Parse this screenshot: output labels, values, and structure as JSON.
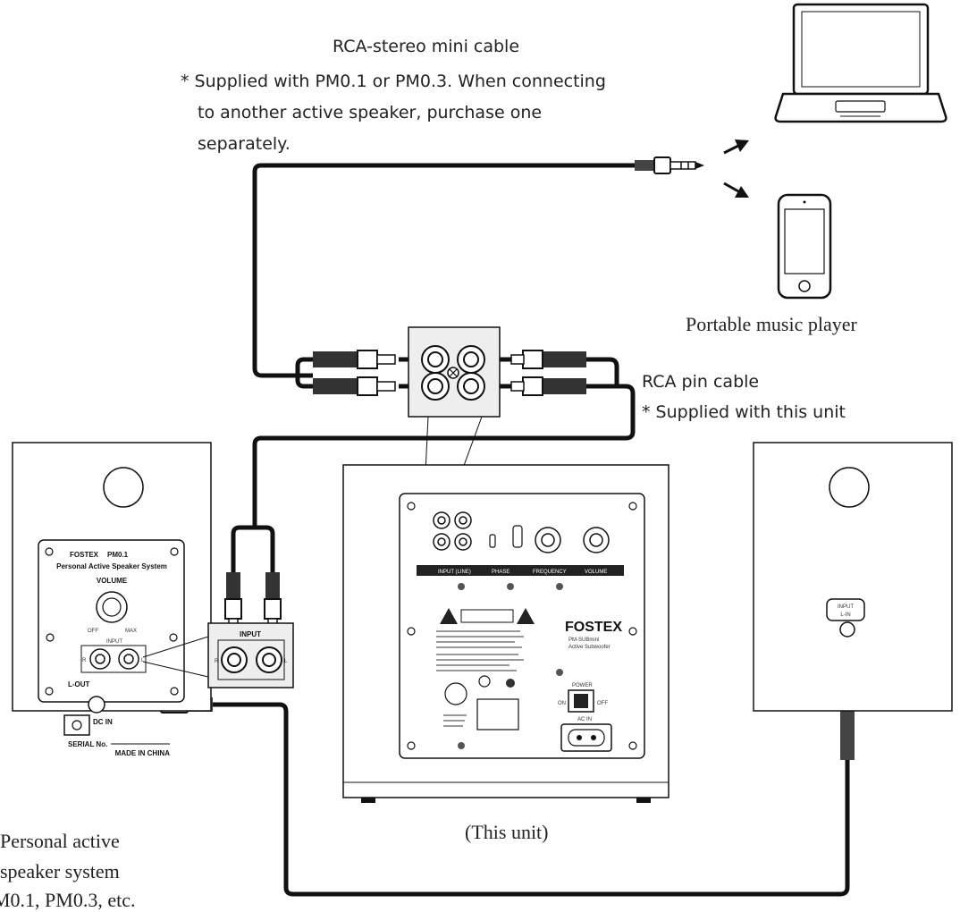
{
  "labels": {
    "mini_cable_title": "RCA-stereo mini cable",
    "mini_cable_note_1": "* Supplied with PM0.1 or PM0.3. When connecting",
    "mini_cable_note_2": "to another active speaker, purchase one",
    "mini_cable_note_3": "separately.",
    "portable_player": "Portable music player",
    "rca_pin_cable": "RCA pin cable",
    "rca_pin_note": "* Supplied with this unit",
    "this_unit": "(This unit)",
    "personal_1": "Personal active",
    "personal_2": "speaker system",
    "personal_3": "M0.1, PM0.3, etc."
  },
  "left_speaker_panel": {
    "brand": "FOSTEX",
    "model": "PM0.1",
    "subtitle": "Personal Active Speaker System",
    "volume": "VOLUME",
    "off": "OFF",
    "max": "MAX",
    "input": "INPUT",
    "r": "R",
    "l": "L",
    "l_out": "L-OUT",
    "dc_in": "DC IN",
    "serial": "SERIAL No.",
    "made_in": "MADE IN CHINA"
  },
  "callout": {
    "input": "INPUT",
    "r": "R",
    "l": "L"
  },
  "subwoofer_panel": {
    "brand": "FOSTEX",
    "model": "PM-SUBmini",
    "subtitle": "Active Subwoofer",
    "input_section": "INPUT (LINE)",
    "phase": "PHASE",
    "frequency": "FREQUENCY",
    "volume": "VOLUME",
    "power": "POWER",
    "on": "ON",
    "off": "OFF",
    "ac_in": "AC IN"
  },
  "right_speaker_panel": {
    "input_line1": "INPUT",
    "input_line2": "L-IN"
  }
}
